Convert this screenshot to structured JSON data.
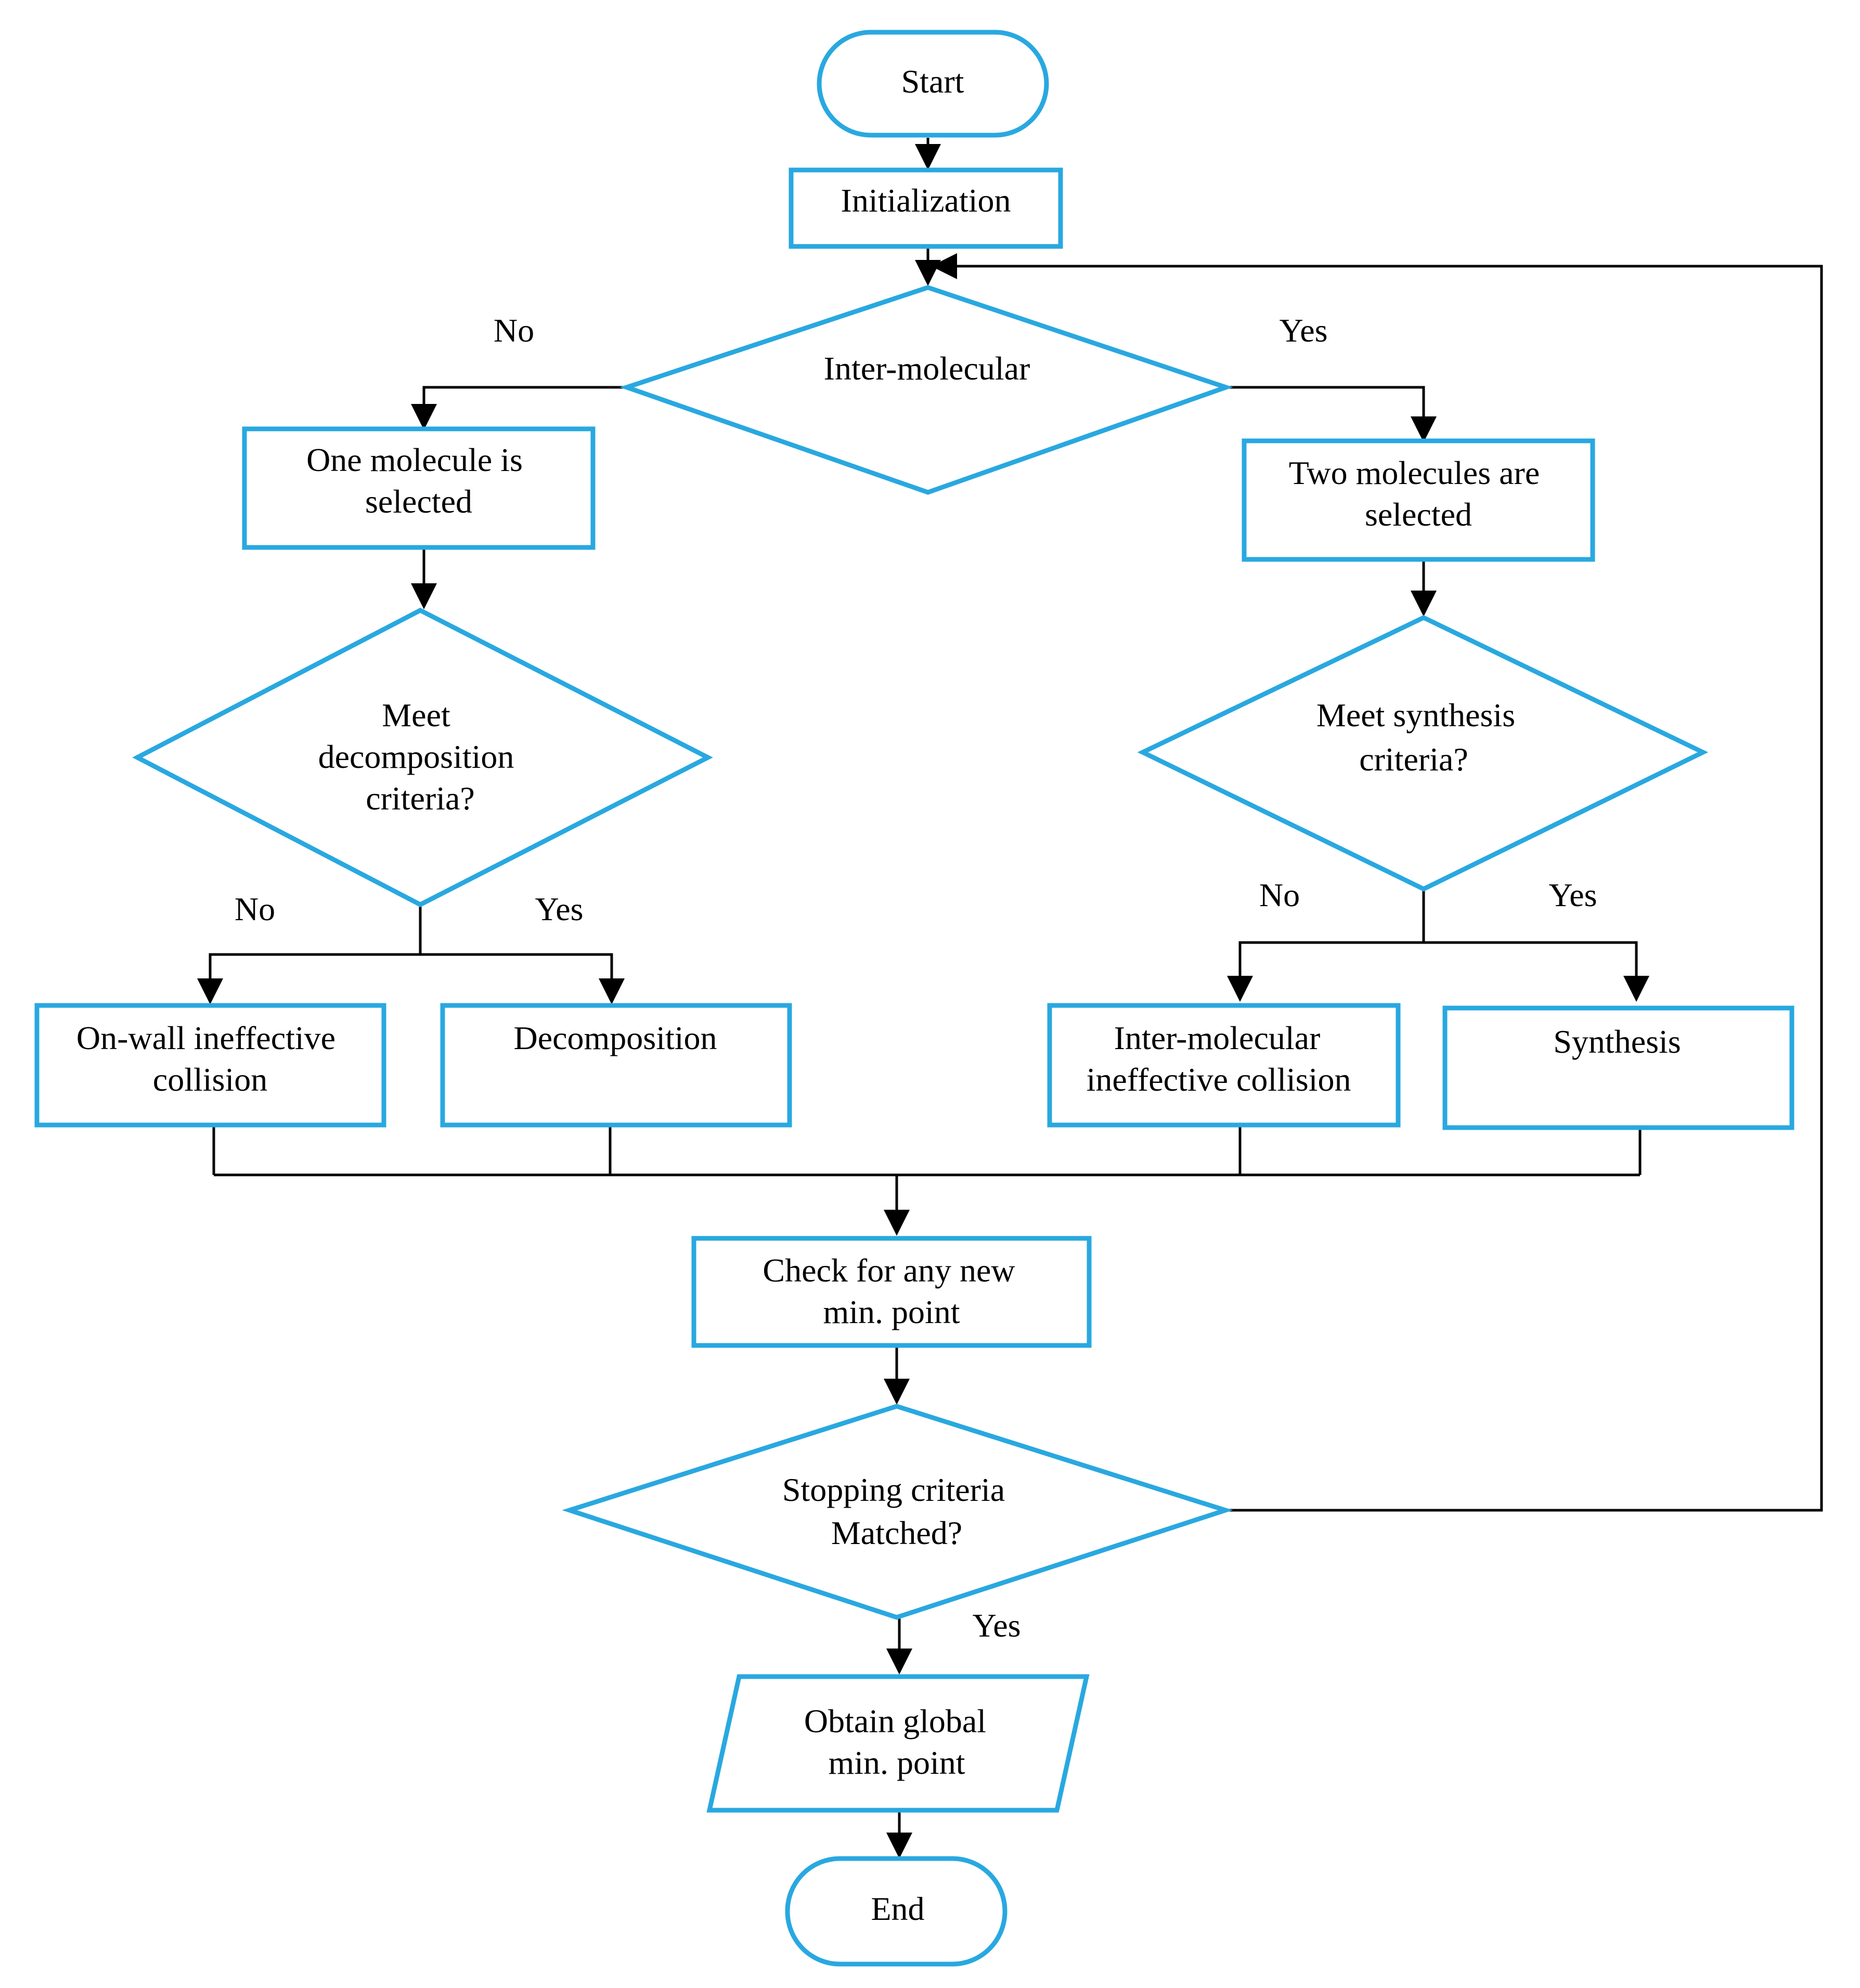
{
  "colors": {
    "shape_stroke": "#29a8e0",
    "connector": "#000000",
    "background": "#ffffff"
  },
  "nodes": {
    "start": "Start",
    "init": "Initialization",
    "inter_decision": "Inter-molecular",
    "one_molecule": [
      "One molecule is",
      "selected"
    ],
    "two_molecules": [
      "Two molecules are",
      "selected"
    ],
    "decomp_decision": [
      "Meet",
      "decomposition",
      "criteria?"
    ],
    "synth_decision": [
      "Meet synthesis",
      "criteria?"
    ],
    "onwall": [
      "On-wall ineffective",
      "collision"
    ],
    "decomposition": "Decomposition",
    "inter_ineffective": [
      "Inter-molecular",
      "ineffective collision"
    ],
    "synthesis": "Synthesis",
    "check": [
      "Check for any new",
      "min. point"
    ],
    "stop_decision": [
      "Stopping criteria",
      "Matched?"
    ],
    "obtain": [
      "Obtain global",
      "min. point"
    ],
    "end": "End"
  },
  "branch_labels": {
    "inter_no": "No",
    "inter_yes": "Yes",
    "decomp_no": "No",
    "decomp_yes": "Yes",
    "synth_no": "No",
    "synth_yes": "Yes",
    "stop_yes": "Yes"
  }
}
